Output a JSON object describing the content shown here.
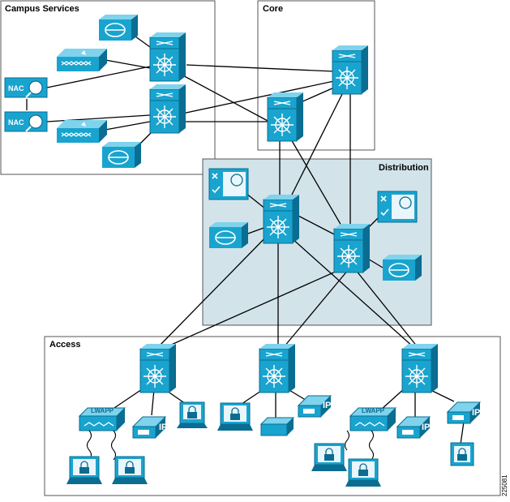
{
  "zones": {
    "campus_services": "Campus Services",
    "core": "Core",
    "distribution": "Distribution",
    "access": "Access"
  },
  "labels": {
    "nac": "NAC",
    "ip": "IP",
    "lwapp": "LWAPP",
    "figure_id": "225081"
  },
  "colors": {
    "device": "#19a4cf",
    "device_dark": "#0a6d91",
    "device_light": "#7fd3ec",
    "distribution_fill": "#d3e3ea",
    "zone_border": "#555555"
  }
}
